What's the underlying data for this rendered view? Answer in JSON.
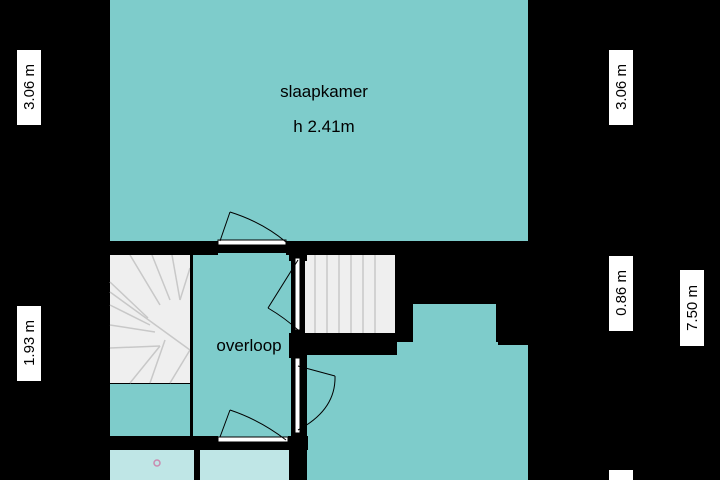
{
  "colors": {
    "background": "#000000",
    "room_fill": "#7ecccb",
    "bathroom_fill": "#bfe6e6",
    "stair_fill": "#efefef",
    "stair_lines": "#c8c8c8",
    "wall": "#000000",
    "dimension_label_bg": "#ffffff"
  },
  "rooms": {
    "bedroom": {
      "name": "slaapkamer",
      "height": "h 2.41m"
    },
    "landing": {
      "name": "overloop"
    }
  },
  "dimensions": {
    "left_upper": "3.06 m",
    "left_lower": "1.93 m",
    "right_upper": "3.06 m",
    "right_middle": "0.86 m",
    "right_total": "7.50 m"
  }
}
